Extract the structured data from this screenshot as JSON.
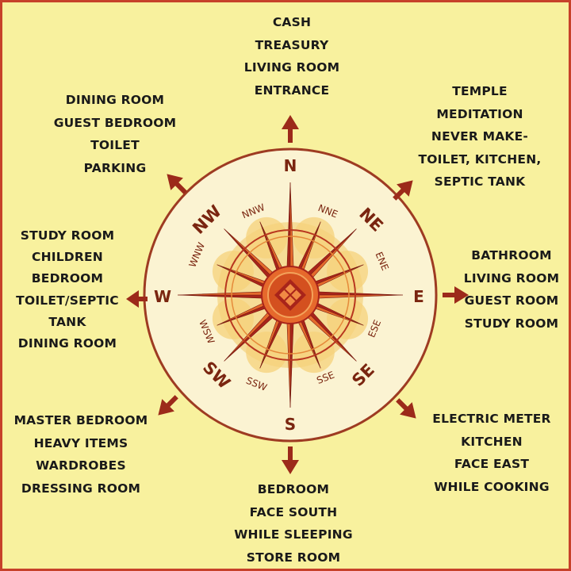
{
  "colors": {
    "background": "#f8f19e",
    "border": "#c7412a",
    "arrow": "#9c2a1a",
    "dial_fill": "#fbf3d2",
    "dial_ring": "#9e3b22",
    "star_dark": "#a8241a",
    "star_light": "#e56a2c",
    "text": "#1a1a1a"
  },
  "compass": {
    "cardinal": {
      "n": "N",
      "e": "E",
      "s": "S",
      "w": "W"
    },
    "intercardinal": {
      "ne": "NE",
      "se": "SE",
      "sw": "SW",
      "nw": "NW"
    },
    "minor": {
      "nne": "NNE",
      "ene": "ENE",
      "ese": "ESE",
      "sse": "SSE",
      "ssw": "SSW",
      "wsw": "WSW",
      "wnw": "WNW",
      "nnw": "NNW"
    }
  },
  "zones": {
    "north": [
      "CASH",
      "TREASURY",
      "LIVING ROOM",
      "ENTRANCE"
    ],
    "northeast": [
      "TEMPLE",
      "MEDITATION",
      "NEVER MAKE-",
      "TOILET, KITCHEN,",
      "SEPTIC TANK"
    ],
    "east": [
      "BATHROOM",
      "LIVING ROOM",
      "GUEST ROOM",
      "STUDY ROOM"
    ],
    "southeast": [
      "ELECTRIC METER",
      "KITCHEN",
      "FACE EAST",
      "WHILE COOKING"
    ],
    "south": [
      "BEDROOM",
      "FACE SOUTH",
      "WHILE SLEEPING",
      "STORE ROOM"
    ],
    "southwest": [
      "MASTER BEDROOM",
      "HEAVY ITEMS",
      "WARDROBES",
      "DRESSING ROOM"
    ],
    "west": [
      "STUDY ROOM",
      "CHILDREN",
      "BEDROOM",
      "TOILET/SEPTIC",
      "TANK",
      "DINING ROOM"
    ],
    "northwest": [
      "DINING ROOM",
      "GUEST BEDROOM",
      "TOILET",
      "PARKING"
    ]
  },
  "icons": {
    "arrow": "arrow-icon",
    "compass_center": "diamond-emblem-icon"
  }
}
